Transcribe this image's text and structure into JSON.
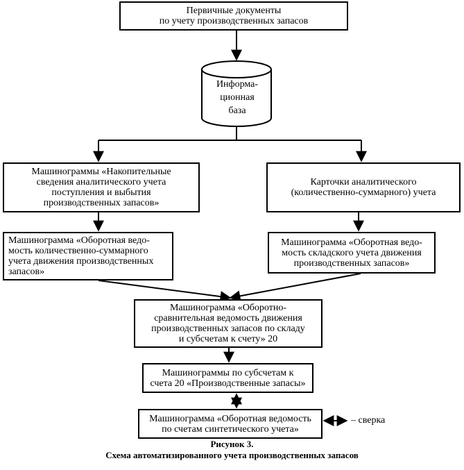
{
  "boxes": {
    "primary_docs": "Первичные документы\nпо учету производственных запасов",
    "info_base": "Информа-\nционная\nбаза",
    "machinegrams_cumulative": "Машинограммы «Накопительные\nсведения аналитического учета\nпоступления и выбытия\nпроизводственных запасов»",
    "analytic_cards": "Карточки аналитического\n(количественно-суммарного) учета",
    "turnover_quantity_sum": "Машинограмма «Оборотная ведо-\nмость количественно-суммарного\nучета движения производственных\nзапасов»",
    "turnover_warehouse": "Машинограмма «Оборотная ведо-\nмость складского учета движения\nпроизводственных запасов»",
    "turnover_comparative": "Машинограмма «Оборотно-\nсравнительная ведомость движения\nпроизводственных запасов по складу\nи субсчетам к счету» 20",
    "subaccounts": "Машинограммы по субсчетам к\nсчета 20 «Производственные запасы»",
    "turnover_synthetic": "Машинограмма «Оборотная ведомость\nпо счетам синтетического учета»"
  },
  "side_label": "– сверка",
  "caption": {
    "title": "Рисунок 3.",
    "subtitle": "Схема автоматизированного учета производственных запасов"
  }
}
